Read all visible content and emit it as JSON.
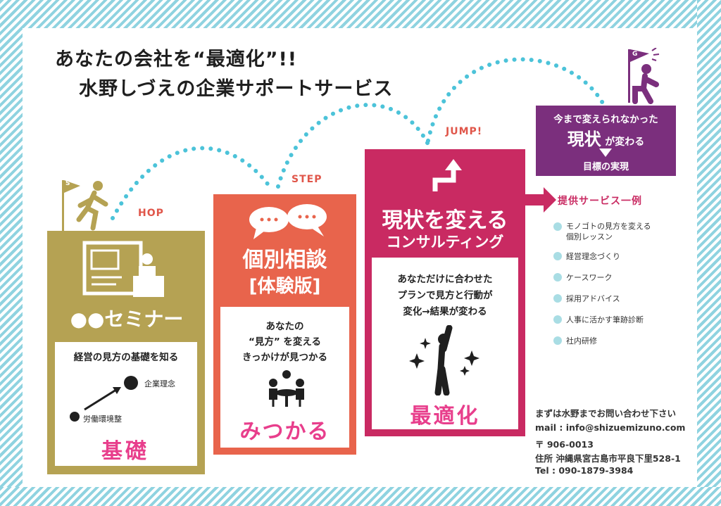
{
  "headline": {
    "line1": "あなたの会社を“最適化”!!",
    "line2": "水野しづえの企業サポートサービス"
  },
  "steps": {
    "hop": "HOP",
    "step": "STEP",
    "jump": "JUMP!",
    "flag_start": "S",
    "flag_goal": "G"
  },
  "seminar": {
    "title": "●●セミナー",
    "subtitle": "経営の見方の基礎を知る",
    "point_high": "企業理念",
    "point_low": "労働環境整",
    "result": "基礎"
  },
  "consult": {
    "title": "個別相談",
    "subtitle": "[体験版]",
    "body_line1": "あなたの",
    "body_line2": "“見方” を変える",
    "body_line3": "きっかけが見つかる",
    "result": "みつかる"
  },
  "consulting": {
    "title": "現状を変える",
    "subtitle": "コンサルティング",
    "body_line1": "あなただけに合わせた",
    "body_line2": "プランで見方と行動が",
    "body_line3": "変化→結果が変わる",
    "result": "最適化"
  },
  "goal": {
    "line1": "今まで変えられなかった",
    "emph": "現状",
    "line2_suffix": "が変わる",
    "line3": "目標の実現"
  },
  "services": {
    "heading": "提供サービス一例",
    "items": [
      {
        "line1": "モノゴトの見方を変える",
        "line2": "個別レッスン"
      },
      {
        "line1": "経営理念づくり",
        "line2": ""
      },
      {
        "line1": "ケースワーク",
        "line2": ""
      },
      {
        "line1": "採用アドバイス",
        "line2": ""
      },
      {
        "line1": "人事に活かす筆跡診断",
        "line2": ""
      },
      {
        "line1": "社内研修",
        "line2": ""
      }
    ]
  },
  "contact": {
    "lead": "まずは水野までお問い合わせ下さい",
    "mail": "mail : info@shizuemizuno.com",
    "postal": "〒 906-0013",
    "address": "住所  沖縄県宮古島市平良下里528-1",
    "tel": "Tel : 090-1879-3984"
  },
  "colors": {
    "gold": "#b5a253",
    "coral": "#e8644c",
    "magenta": "#c92a62",
    "purple": "#7b2f7d",
    "pink_text": "#e83e8c",
    "stripe": "#8fd3e0",
    "dots": "#4cc3d9"
  }
}
